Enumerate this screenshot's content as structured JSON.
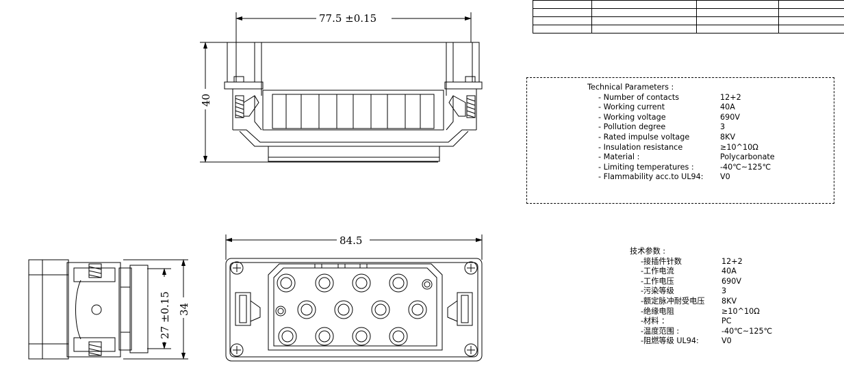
{
  "dimensions": {
    "top_width": "77.5 ±0.15",
    "top_height": "40",
    "bottom_width": "84.5",
    "side_inner": "27 ±0.15",
    "side_outer": "34"
  },
  "table": {
    "rows": [
      [
        "",
        "",
        "",
        ""
      ],
      [
        "",
        "",
        "",
        ""
      ],
      [
        "",
        "",
        "",
        ""
      ],
      [
        "",
        "",
        "",
        ""
      ]
    ]
  },
  "tech_en": {
    "title": "Technical Parameters :",
    "items": [
      {
        "label": "- Number of contacts",
        "value": "12+2"
      },
      {
        "label": "- Working current",
        "value": "40A"
      },
      {
        "label": "- Working voltage",
        "value": "690V"
      },
      {
        "label": "- Pollution degree",
        "value": "3"
      },
      {
        "label": "- Rated impulse voltage",
        "value": "8KV"
      },
      {
        "label": "- Insulation resistance",
        "value": "≥10^10Ω"
      },
      {
        "label": "- Material :",
        "value": "Polycarbonate"
      },
      {
        "label": "- Limiting temperatures :",
        "value": "-40℃~125℃"
      },
      {
        "label": "- Flammability acc.to UL94:",
        "value": "V0"
      }
    ]
  },
  "tech_cn": {
    "title": "技术参数 :",
    "items": [
      {
        "label": "-接插件针数",
        "value": "12+2"
      },
      {
        "label": "-工作电流",
        "value": "40A"
      },
      {
        "label": "-工作电压",
        "value": "690V"
      },
      {
        "label": "-污染等级",
        "value": "3"
      },
      {
        "label": "-额定脉冲耐受电压",
        "value": "8KV"
      },
      {
        "label": "-绝缘电阻",
        "value": "≥10^10Ω"
      },
      {
        "label": "-材料 ：",
        "value": "PC"
      },
      {
        "label": "-温度范围 :",
        "value": "-40℃~125℃"
      },
      {
        "label": "-阻燃等级 UL94:",
        "value": "V0"
      }
    ]
  }
}
